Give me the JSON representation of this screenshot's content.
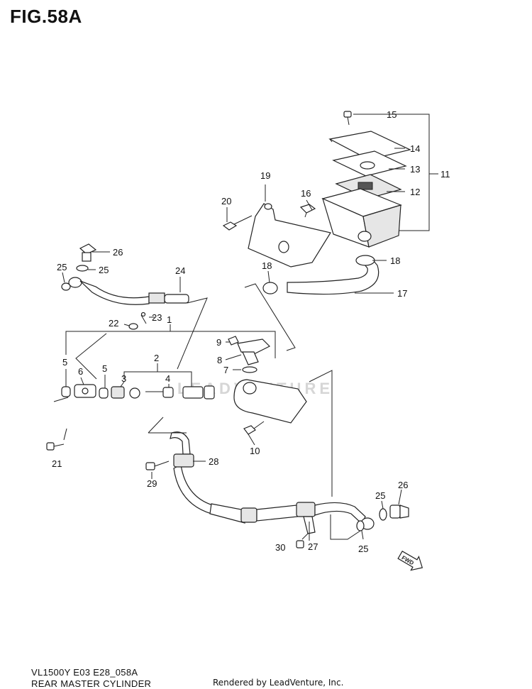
{
  "figure": {
    "title": "FIG.58A",
    "watermark": "LEADVENTURE"
  },
  "callouts": [
    "1",
    "2",
    "3",
    "4",
    "5",
    "5",
    "6",
    "7",
    "8",
    "9",
    "10",
    "11",
    "12",
    "13",
    "14",
    "15",
    "16",
    "17",
    "18",
    "18",
    "19",
    "20",
    "21",
    "22",
    "23",
    "24",
    "25",
    "25",
    "25",
    "25",
    "26",
    "26",
    "27",
    "28",
    "29",
    "30"
  ],
  "badge": {
    "label": "FWD"
  },
  "footer": {
    "code": "VL1500Y E03 E28_058A",
    "name": "REAR MASTER CYLINDER",
    "render": "Rendered by LeadVenture, Inc."
  }
}
